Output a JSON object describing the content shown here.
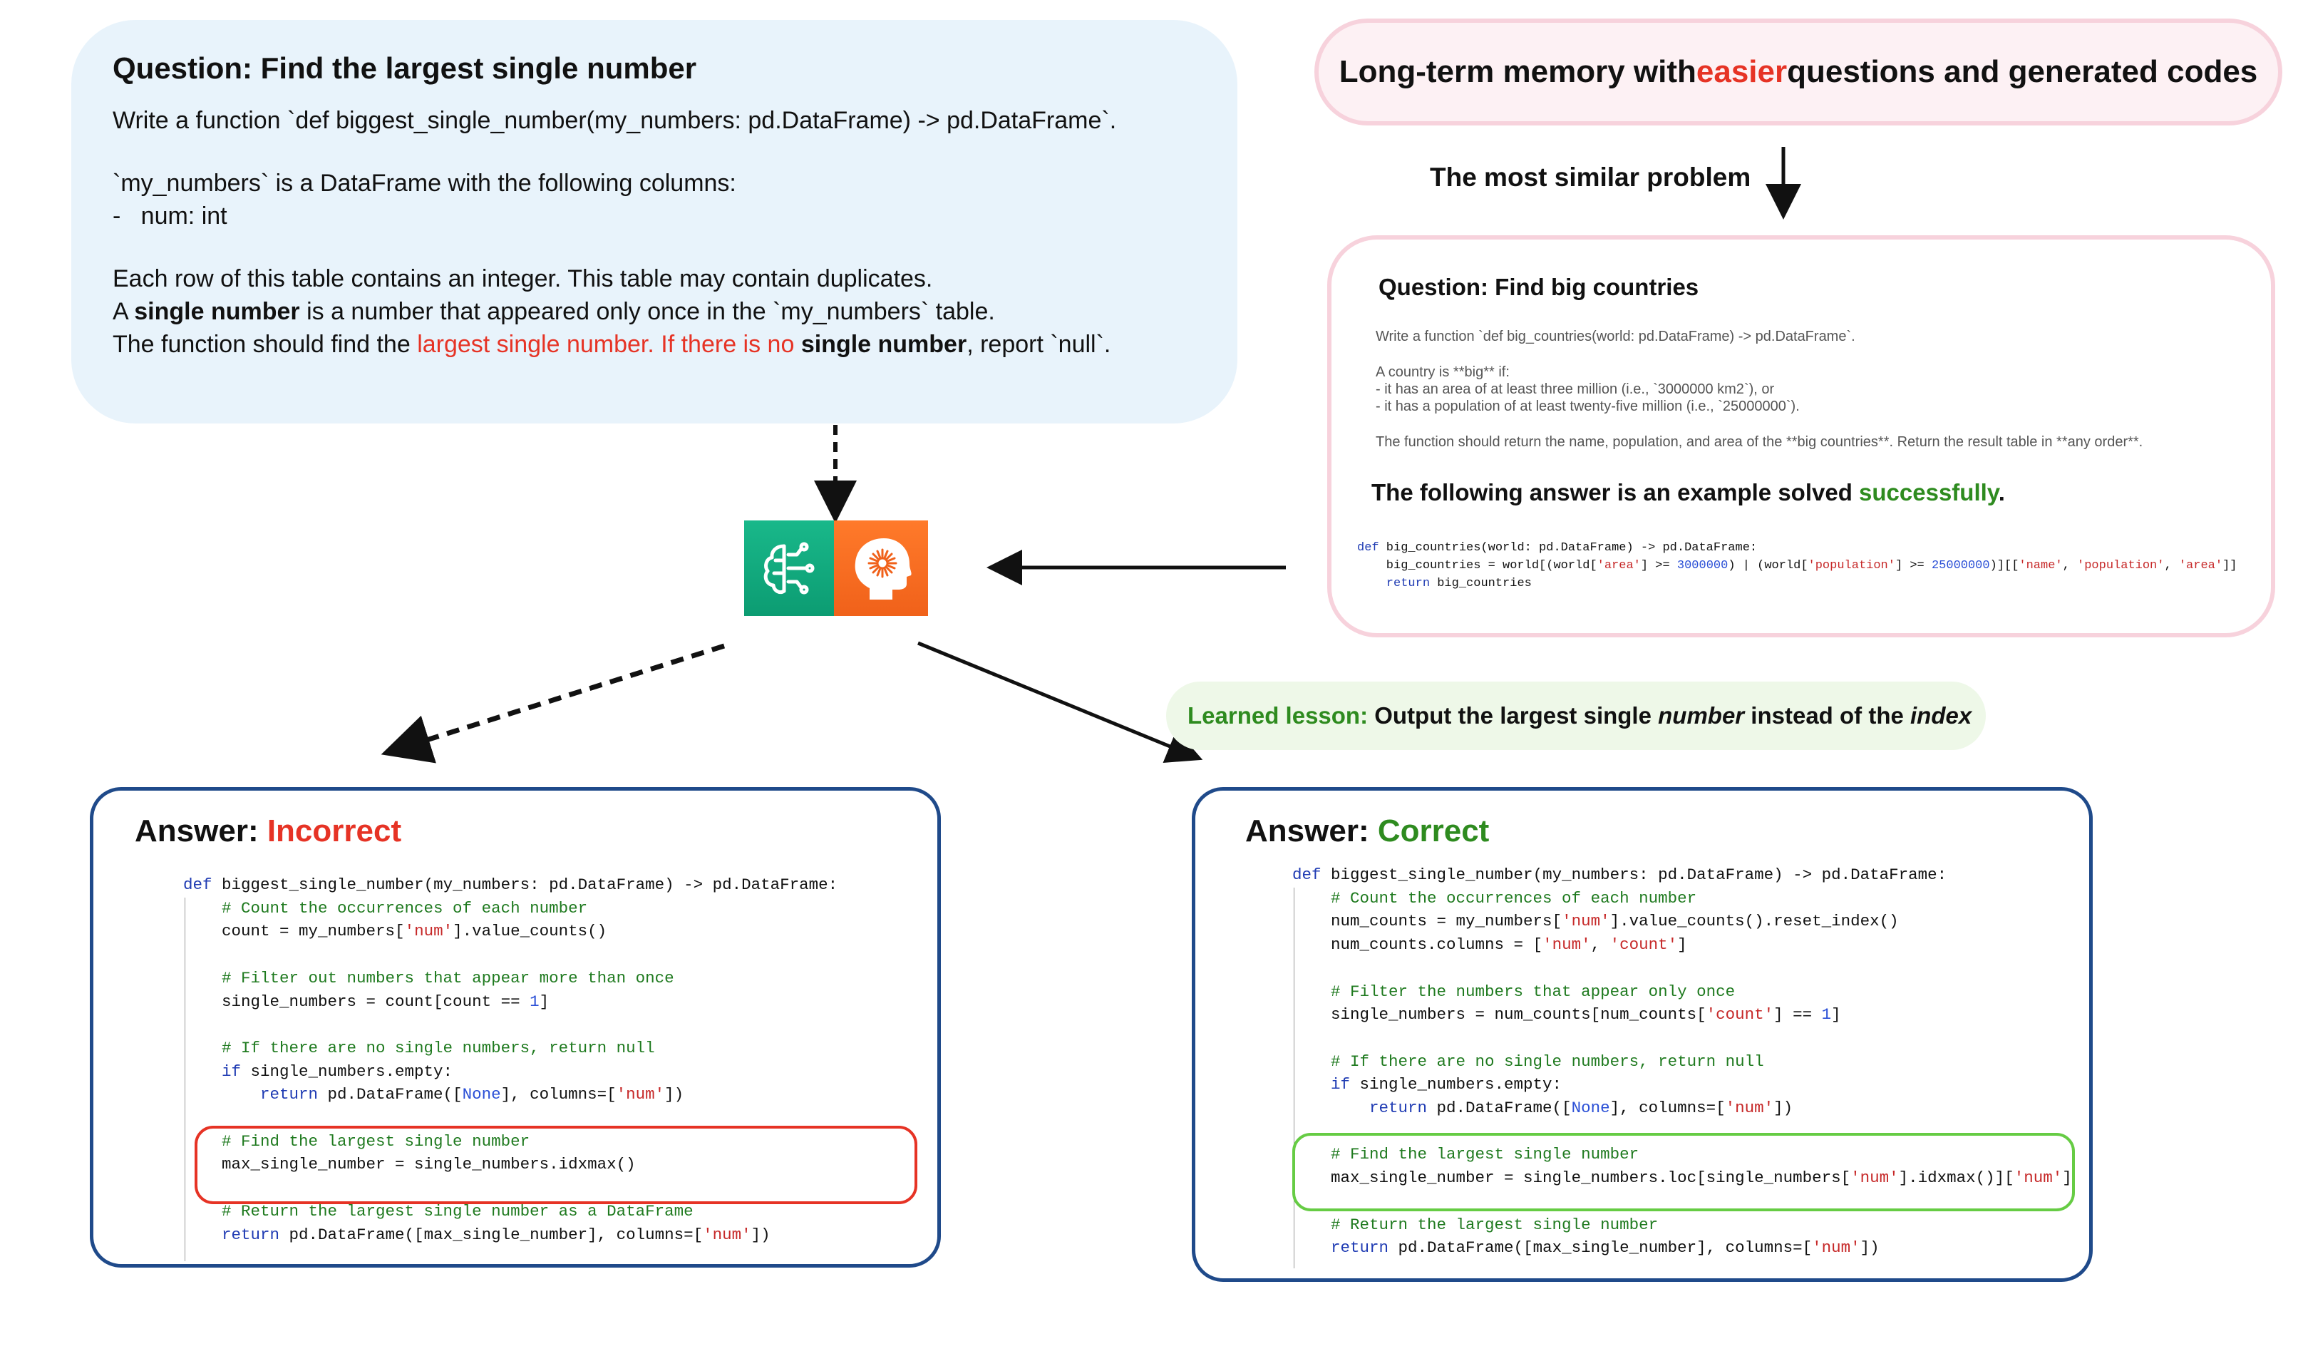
{
  "question": {
    "title": "Question: Find the largest single number",
    "line1": "Write a function `def biggest_single_number(my_numbers: pd.DataFrame) -> pd.DataFrame`.",
    "line2": "`my_numbers` is a DataFrame with the following columns:",
    "line3": "-   num: int",
    "line4": "Each row of this table contains an integer. This table may contain duplicates.",
    "line5_a": "A ",
    "line5_b": "single number",
    "line5_c": " is a number that appeared only once in the `my_numbers` table.",
    "line6_a": "The function should find the ",
    "line6_b": "largest single number",
    "line6_c": ". If there is no ",
    "line6_d": "single number",
    "line6_e": ", report `null`."
  },
  "memory": {
    "pre": "Long-term memory with ",
    "highlight": "easier",
    "post": " questions and generated codes"
  },
  "similar_label": "The most similar problem",
  "example": {
    "title": "Question: Find big countries",
    "l1": "Write a function `def big_countries(world: pd.DataFrame) -> pd.DataFrame`.",
    "l2": "A country is **big** if:",
    "l3": "- it has an area of at least three million (i.e., `3000000 km2`), or",
    "l4": "- it has a population of at least twenty-five million (i.e., `25000000`).",
    "l5": "The function should return the name, population, and area of the **big countries**. Return the result table in **any order**.",
    "sub_pre": "The following answer is an example solved ",
    "sub_highlight": "successfully",
    "sub_post": ".",
    "code": {
      "c1_kw": "def",
      "c1": " big_countries(world: pd.DataFrame) -> pd.DataFrame:",
      "c2_a": "    big_countries = world[(world[",
      "c2_s1": "'area'",
      "c2_b": "] >= ",
      "c2_n1": "3000000",
      "c2_c": ") | (world[",
      "c2_s2": "'population'",
      "c2_d": "] >= ",
      "c2_n2": "25000000",
      "c2_e": ")][[",
      "c2_s3": "'name'",
      "c2_f": ", ",
      "c2_s4": "'population'",
      "c2_g": ", ",
      "c2_s5": "'area'",
      "c2_h": "]]",
      "c3_kw": "    return",
      "c3": " big_countries"
    }
  },
  "lesson": {
    "label": "Learned lesson:",
    "t1": " Output the largest single ",
    "t2": "number",
    "t3": " instead of the ",
    "t4": "index"
  },
  "incorrect": {
    "title_pre": "Answer: ",
    "title_status": "Incorrect",
    "code": {
      "l1_kw": "def",
      "l1": " biggest_single_number(my_numbers: pd.DataFrame) -> pd.DataFrame:",
      "l2": "    # Count the occurrences of each number",
      "l3_a": "    count = my_numbers[",
      "l3_s": "'num'",
      "l3_b": "].value_counts()",
      "l5": "    # Filter out numbers that appear more than once",
      "l6_a": "    single_numbers = count[count == ",
      "l6_n": "1",
      "l6_b": "]",
      "l8": "    # If there are no single numbers, return null",
      "l9_kw": "    if",
      "l9": " single_numbers.empty:",
      "l10_kw": "        return",
      "l10_a": " pd.DataFrame([",
      "l10_n": "None",
      "l10_b": "], columns=[",
      "l10_s": "'num'",
      "l10_c": "])",
      "l12": "    # Find the largest single number",
      "l13": "    max_single_number = single_numbers.idxmax()",
      "l15": "    # Return the largest single number as a DataFrame",
      "l16_kw": "    return",
      "l16_a": " pd.DataFrame([max_single_number], columns=[",
      "l16_s": "'num'",
      "l16_b": "])"
    }
  },
  "correct": {
    "title_pre": "Answer: ",
    "title_status": "Correct",
    "code": {
      "l1_kw": "def",
      "l1": " biggest_single_number(my_numbers: pd.DataFrame) -> pd.DataFrame:",
      "l2": "    # Count the occurrences of each number",
      "l3_a": "    num_counts = my_numbers[",
      "l3_s": "'num'",
      "l3_b": "].value_counts().reset_index()",
      "l4_a": "    num_counts.columns = [",
      "l4_s1": "'num'",
      "l4_b": ", ",
      "l4_s2": "'count'",
      "l4_c": "]",
      "l6": "    # Filter the numbers that appear only once",
      "l7_a": "    single_numbers = num_counts[num_counts[",
      "l7_s": "'count'",
      "l7_b": "] == ",
      "l7_n": "1",
      "l7_c": "]",
      "l9": "    # If there are no single numbers, return null",
      "l10_kw": "    if",
      "l10": " single_numbers.empty:",
      "l11_kw": "        return",
      "l11_a": " pd.DataFrame([",
      "l11_n": "None",
      "l11_b": "], columns=[",
      "l11_s": "'num'",
      "l11_c": "])",
      "l13": "    # Find the largest single number",
      "l14_a": "    max_single_number = single_numbers.loc[single_numbers[",
      "l14_s1": "'num'",
      "l14_b": "].idxmax()][",
      "l14_s2": "'num'",
      "l14_c": "]",
      "l16": "    # Return the largest single number",
      "l17_kw": "    return",
      "l17_a": " pd.DataFrame([max_single_number], columns=[",
      "l17_s": "'num'",
      "l17_b": "])"
    }
  },
  "colors": {
    "red": "#e63325",
    "green": "#2e8b1f",
    "question_bg": "#e8f3fb",
    "memory_border": "#f7d2dc",
    "answer_border": "#1f4a8a",
    "lesson_bg": "#eef8e8"
  },
  "icons": [
    "neural-network-icon",
    "brain-head-icon"
  ]
}
